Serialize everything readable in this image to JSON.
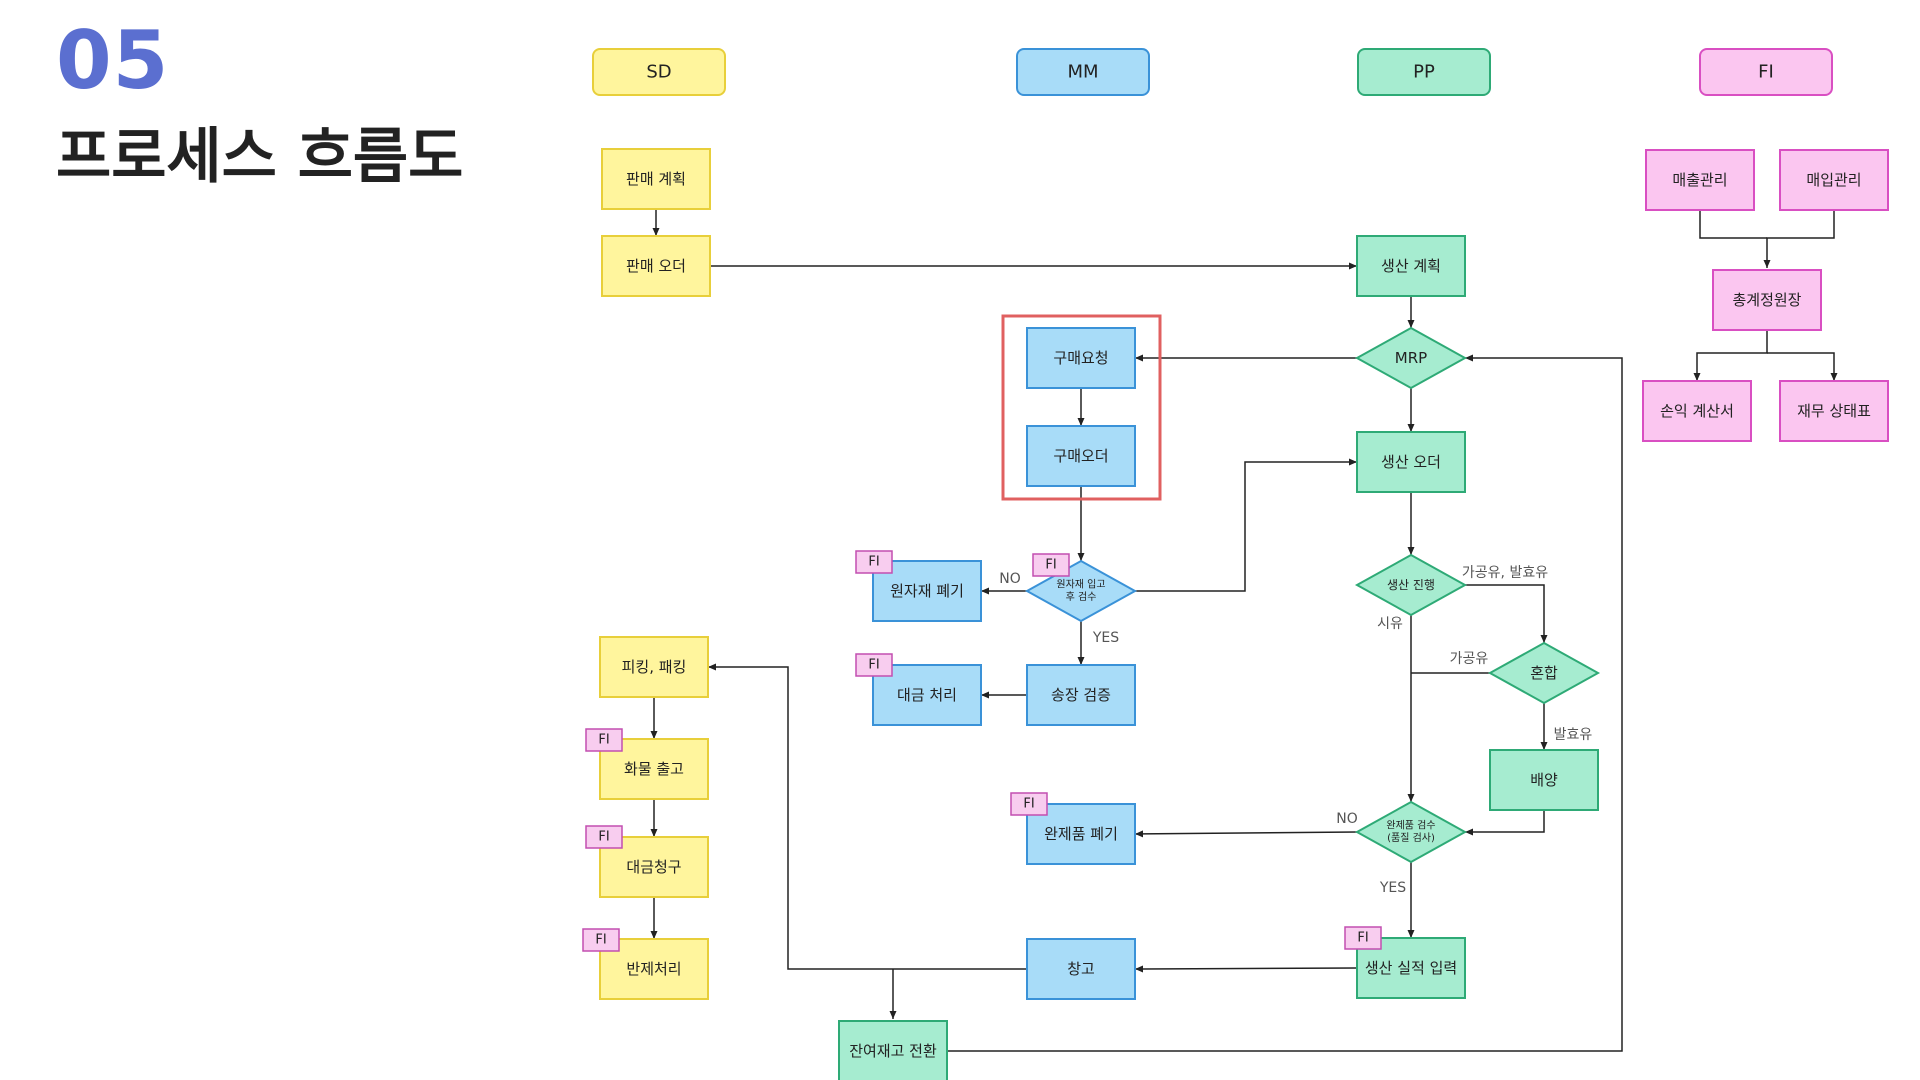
{
  "header": {
    "number": "05",
    "title": "프로세스 흐름도"
  },
  "colors": {
    "sd": {
      "fill": "#fff59d",
      "stroke": "#e8cf3a"
    },
    "mm": {
      "fill": "#a8dcf8",
      "stroke": "#3a92d8"
    },
    "pp": {
      "fill": "#a6ecd0",
      "stroke": "#2eaa76"
    },
    "fi": {
      "fill": "#fbc6f0",
      "stroke": "#d94fc2"
    },
    "tag": {
      "fill": "#f8cdef",
      "stroke": "#c24fb0"
    },
    "highlight": "#e06060",
    "line": "#222222"
  },
  "lanes": {
    "sd": "SD",
    "mm": "MM",
    "pp": "PP",
    "fi": "FI"
  },
  "fi_tag": "FI",
  "nodes": {
    "sales_plan": "판매 계획",
    "sales_order": "판매 오더",
    "picking_packing": "피킹, 패킹",
    "goods_issue": "화물 출고",
    "billing": "대금청구",
    "return_processing": "반제처리",
    "purchase_request": "구매요청",
    "purchase_order": "구매오더",
    "raw_inspection": [
      "원자재 입고",
      "후 검수"
    ],
    "raw_disposal": "원자재 폐기",
    "invoice_verification": "송장 검증",
    "payment_processing": "대금 처리",
    "finished_disposal": "완제품 폐기",
    "warehouse": "창고",
    "stock_conversion": "잔여재고 전환",
    "production_plan": "생산 계획",
    "mrp": "MRP",
    "production_order": "생산 오더",
    "production_progress": "생산 진행",
    "mixing": "혼합",
    "fermentation": "배양",
    "finished_inspection": [
      "완제품 검수",
      "(품질 검사)"
    ],
    "production_confirmation": "생산 실적 입력",
    "revenue_mgmt": "매출관리",
    "purchase_mgmt": "매입관리",
    "general_ledger": "총계정원장",
    "income_statement": "손익 계산서",
    "balance_sheet": "재무 상태표"
  },
  "edge_labels": {
    "no_raw": "NO",
    "yes_raw": "YES",
    "processed_fermented_milk": "가공유, 발효유",
    "white_milk": "시유",
    "processed_milk": "가공유",
    "fermented_milk": "발효유",
    "no_finished": "NO",
    "yes_finished": "YES"
  }
}
